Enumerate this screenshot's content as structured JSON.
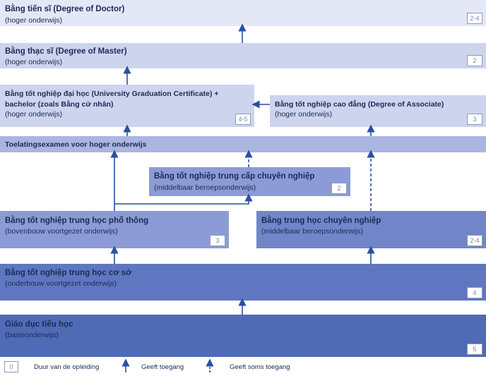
{
  "boxes": {
    "doctor": {
      "title": "Bằng tiến sĩ (Degree of Doctor)",
      "sub": "(hoger onderwijs)",
      "duration": "2-4"
    },
    "master": {
      "title": "Bằng thạc sĩ (Degree of Master)",
      "sub": "(hoger onderwijs)",
      "duration": "2"
    },
    "university": {
      "title_line1": "Bằng tốt nghiệp đại học (University Graduation Certificate) +",
      "title_line2": "bachelor (zoals Bằng cử nhân)",
      "sub": "(hoger onderwijs)",
      "duration": "4-5"
    },
    "associate": {
      "title": "Bằng tốt nghiệp cao đẳng (Degree of Associate)",
      "sub": "(hoger onderwijs)",
      "duration": "3"
    },
    "entrance": {
      "title": "Toelatingsexamen voor hoger onderwijs"
    },
    "secondary_vocational": {
      "title": "Bằng tốt nghiệp trung cấp chuyên nghiệp",
      "sub": "(middelbaar beroepsonderwijs)",
      "duration": "2"
    },
    "upper_secondary": {
      "title": "Bằng tốt nghiệp trung học phổ thông",
      "sub": "(bovenbouw voortgezet onderwijs)",
      "duration": "3"
    },
    "vocational_secondary": {
      "title": "Bằng trung học chuyên nghiệp",
      "sub": "(middelbaar beroepsonderwijs)",
      "duration": "2-4"
    },
    "lower_secondary": {
      "title": "Bằng tốt nghiệp trung học cơ sở",
      "sub": "(onderbouw voortgezet onderwijs)",
      "duration": "4"
    },
    "primary": {
      "title": "Giáo dục tiểu học",
      "sub": "(basisonderwijs)",
      "duration": "5"
    }
  },
  "legend": {
    "duration_sample": "0",
    "duration_label": "Duur van de opleiding",
    "access_label": "Geeft toegang",
    "sometimes_access_label": "Geeft soms toegang"
  },
  "colors": {
    "arrow": "#2a4fa3",
    "text": "#1c2b55"
  }
}
